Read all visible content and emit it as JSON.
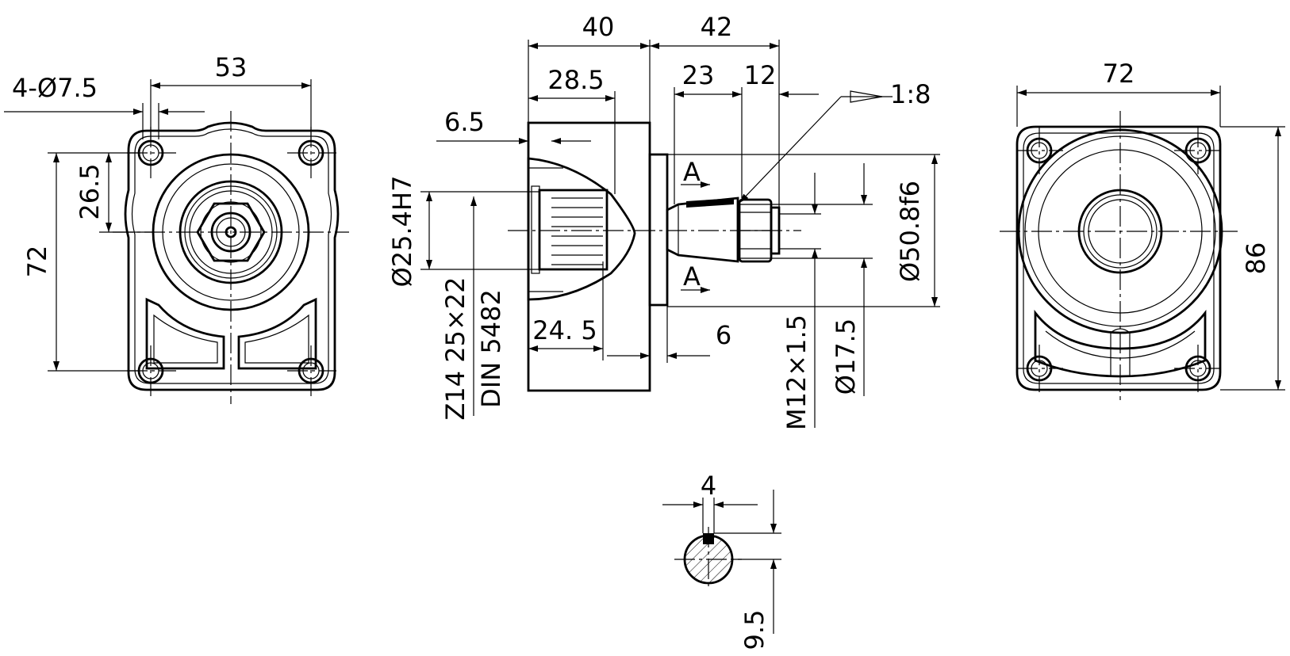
{
  "front_view": {
    "holes": "4-Ø7.5",
    "hole_spacing": "53",
    "overall_height": "72",
    "offset": "26.5"
  },
  "side_view": {
    "body_length": "40",
    "shaft_length": "42",
    "spline_length": "28.5",
    "flange_offset": "6.5",
    "taper_length": "23",
    "thread_length": "12",
    "taper_ratio": "1:8",
    "pilot_diameter": "Ø25.4H7",
    "spline_spec": "Z14 25×22",
    "spline_standard": "DIN 5482",
    "spline_engagement": "24. 5",
    "flange_thickness": "6",
    "section_label_top": "A",
    "section_label_bottom": "A",
    "flange_diameter": "Ø50.8f6",
    "thread": "M12×1.5",
    "shaft_diameter": "Ø17.5"
  },
  "rear_view": {
    "width": "72",
    "height": "86"
  },
  "section_view": {
    "key_width": "4",
    "key_height": "9.5"
  }
}
